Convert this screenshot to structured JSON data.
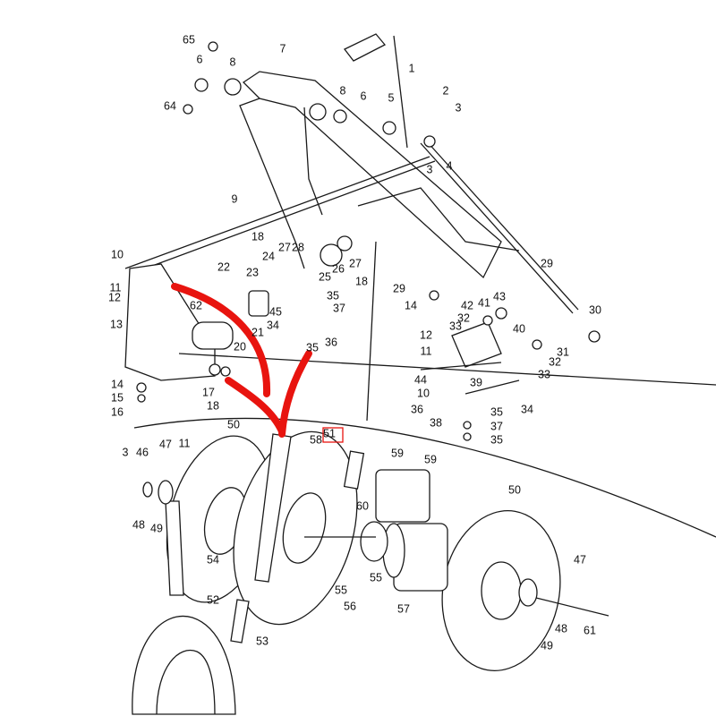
{
  "diagram": {
    "title": "Exploded parts diagram - drive arm, pulleys and linkage",
    "highlighted_part": "51",
    "annotation_color": "#e8140f",
    "labels": [
      "65",
      "6",
      "8",
      "7",
      "1",
      "2",
      "8",
      "6",
      "5",
      "3",
      "64",
      "3",
      "4",
      "9",
      "18",
      "27",
      "28",
      "24",
      "26",
      "27",
      "25",
      "22",
      "23",
      "29",
      "29",
      "18",
      "10",
      "11",
      "12",
      "13",
      "62",
      "35",
      "37",
      "45",
      "20",
      "21",
      "34",
      "35",
      "36",
      "14",
      "42",
      "41",
      "43",
      "30",
      "32",
      "33",
      "40",
      "12",
      "11",
      "31",
      "32",
      "33",
      "44",
      "10",
      "39",
      "36",
      "35",
      "34",
      "38",
      "37",
      "35",
      "14",
      "15",
      "16",
      "17",
      "18",
      "50",
      "51",
      "58",
      "3",
      "47",
      "46",
      "11",
      "59",
      "59",
      "50",
      "60",
      "48",
      "49",
      "54",
      "47",
      "55",
      "55",
      "56",
      "57",
      "52",
      "48",
      "49",
      "61",
      "53"
    ]
  }
}
